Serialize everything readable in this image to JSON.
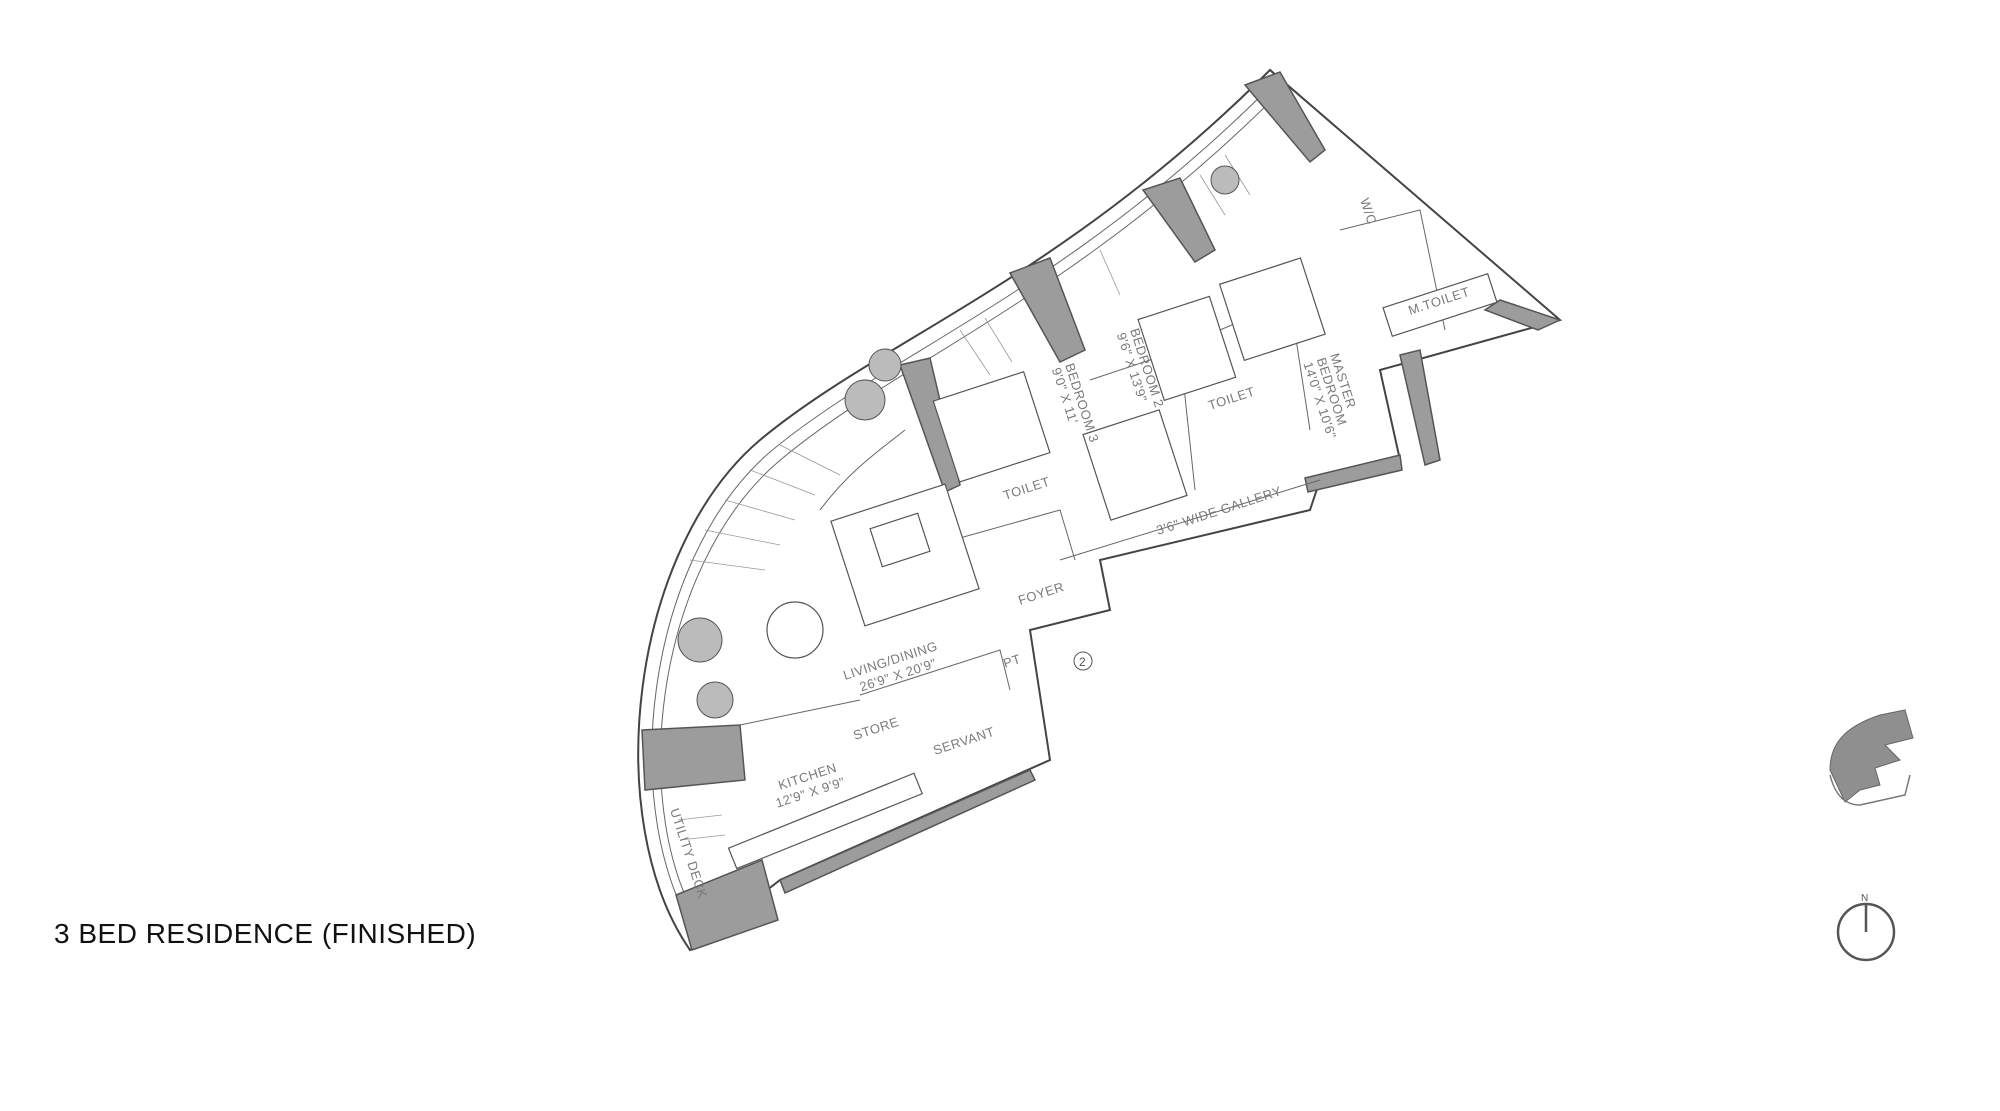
{
  "title": "3 BED RESIDENCE (FINISHED)",
  "rooms": {
    "living_dining": {
      "name": "LIVING/DINING",
      "size": "26'9\" X 20'9\""
    },
    "kitchen": {
      "name": "KITCHEN",
      "size": "12'9\" X 9'9\""
    },
    "bedroom3": {
      "name": "BEDROOM 3",
      "size": "9'0\" X 11'"
    },
    "bedroom2": {
      "name": "BEDROOM 2",
      "size": "9'6\" X 13'9\""
    },
    "master": {
      "name1": "MASTER",
      "name2": "BEDROOM",
      "size": "14'0\" X 10'6\""
    },
    "toilet1": "TOILET",
    "toilet2": "TOILET",
    "mtoilet": "M.TOILET",
    "wic": "W/C",
    "foyer": "FOYER",
    "store": "STORE",
    "servant": "SERVANT",
    "pt": "PT",
    "gallery": "3'6\" WIDE GALLERY",
    "utility": "UTILITY DECK",
    "marker": "2"
  },
  "north_label": "N",
  "colors": {
    "wall": "#9c9c9c",
    "line": "#444444",
    "key_fill": "#8f8f8f"
  }
}
